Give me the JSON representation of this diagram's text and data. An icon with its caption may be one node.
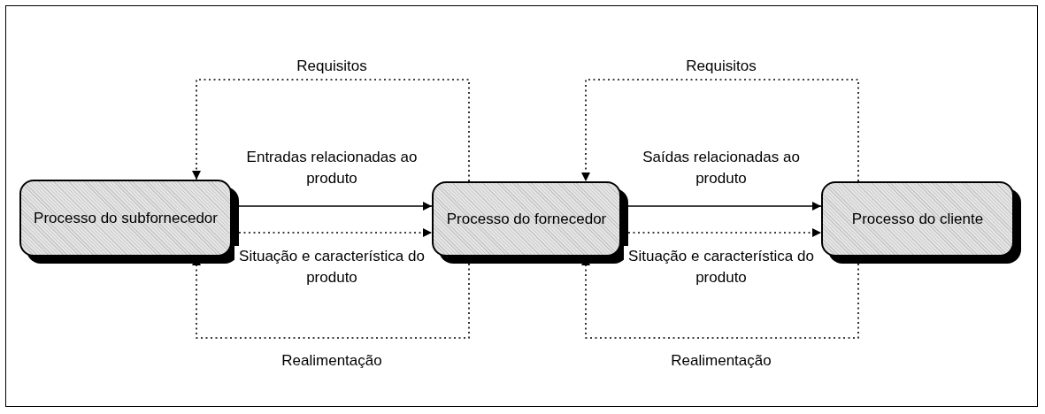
{
  "diagram": {
    "nodes": [
      {
        "text": [
          "Processo do subfornecedor"
        ]
      },
      {
        "text": [
          "Processo do fornecedor"
        ]
      },
      {
        "text": [
          "Processo do cliente"
        ]
      }
    ],
    "edges": [
      {
        "from": 1,
        "to": 0,
        "arrow": "to",
        "style": "dashed",
        "label": "Requisitos"
      },
      {
        "from": 0,
        "to": 1,
        "arrow": "to",
        "label": "Entradas relacionadas ao produto"
      },
      {
        "from": 0,
        "to": 1,
        "arrow": "to",
        "style": "dashed",
        "label": "Situação e característica do produto"
      },
      {
        "from": 1,
        "to": 0,
        "arrow": "to",
        "style": "dashed",
        "label": "Realimentação"
      },
      {
        "from": 2,
        "to": 1,
        "arrow": "to",
        "style": "dashed",
        "label": "Requisitos"
      },
      {
        "from": 1,
        "to": 2,
        "arrow": "to",
        "label": "Saídas relacionadas ao produto"
      },
      {
        "from": 1,
        "to": 2,
        "arrow": "to",
        "style": "dashed",
        "label": "Situação e característica do produto"
      },
      {
        "from": 2,
        "to": 1,
        "arrow": "to",
        "style": "dashed",
        "label": "Realimentação"
      }
    ]
  }
}
